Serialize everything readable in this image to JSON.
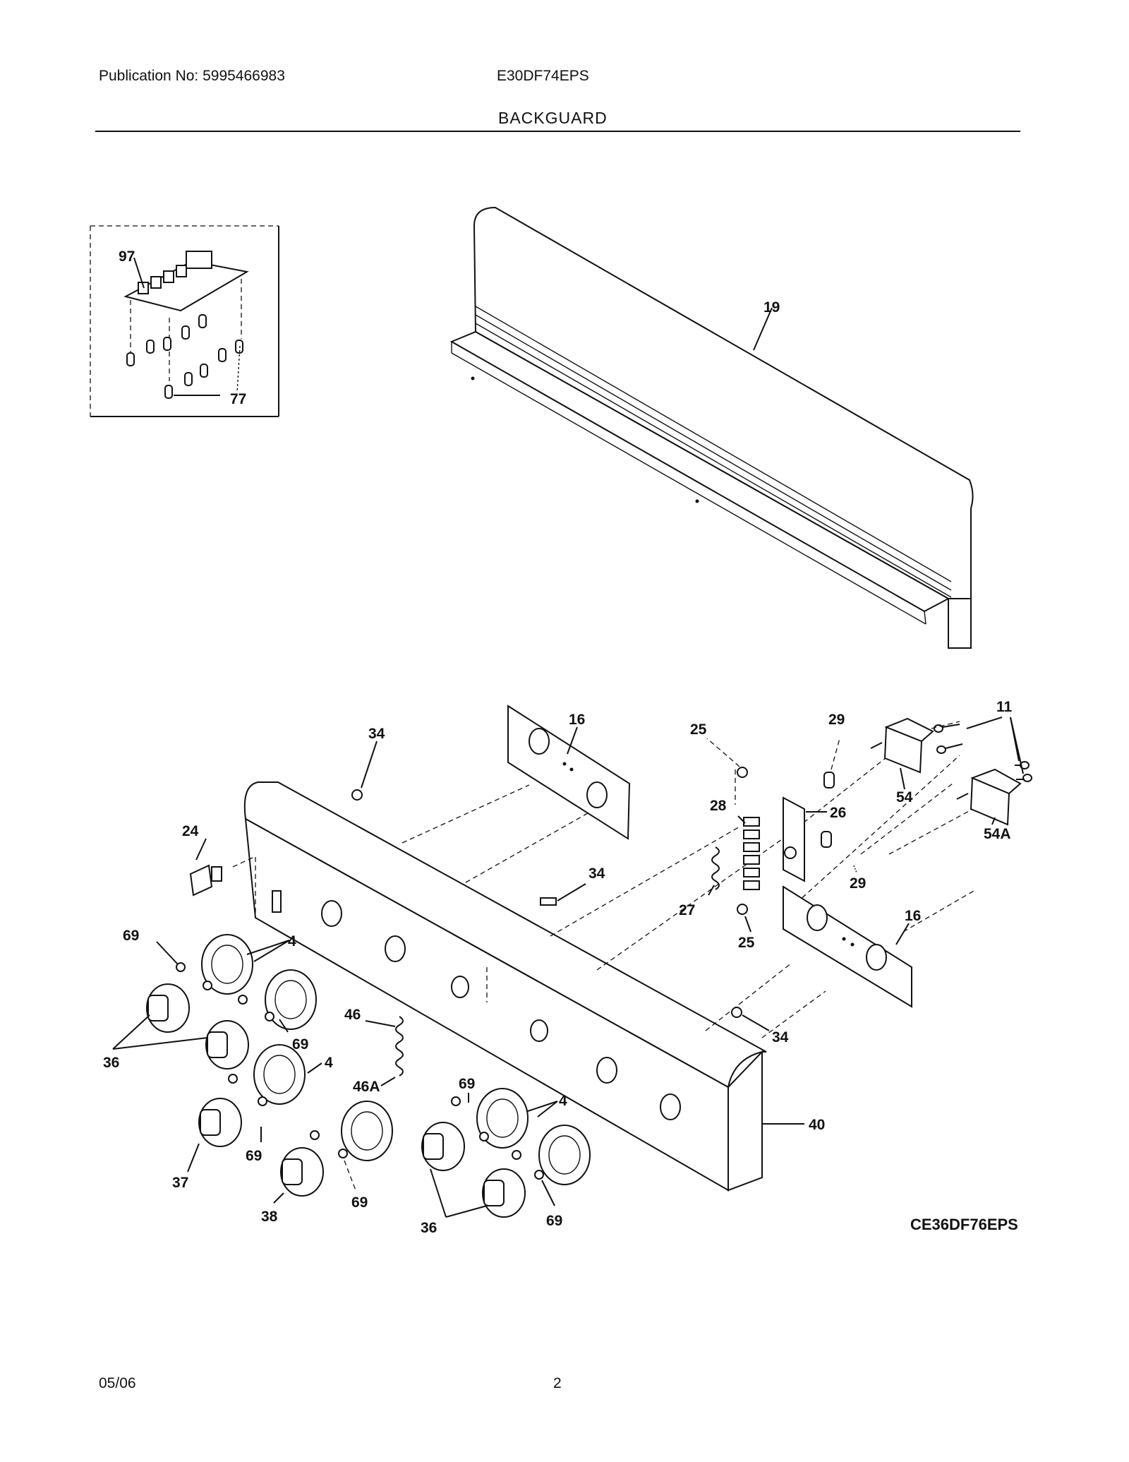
{
  "header": {
    "publication": "Publication No: 5995466983",
    "model": "E30DF74EPS",
    "section": "BACKGUARD"
  },
  "footer": {
    "date": "05/06",
    "page": "2"
  },
  "diagram": {
    "code": "CE36DF76EPS",
    "callouts": {
      "c97": "97",
      "c77": "77",
      "c19": "19",
      "c34a": "34",
      "c16a": "16",
      "c25a": "25",
      "c29a": "29",
      "c11": "11",
      "c28": "28",
      "c26": "26",
      "c54": "54",
      "c54A": "54A",
      "c24": "24",
      "c34b": "34",
      "c27": "27",
      "c29b": "29",
      "c25b": "25",
      "c16b": "16",
      "c69a": "69",
      "c4a": "4",
      "c46": "46",
      "c69b": "69",
      "c36a": "36",
      "c4b": "4",
      "c46A": "46A",
      "c34c": "34",
      "c69c": "69",
      "c4c": "4",
      "c40": "40",
      "c69d": "69",
      "c37": "37",
      "c38": "38",
      "c69e": "69",
      "c36b": "36",
      "c69f": "69"
    }
  }
}
